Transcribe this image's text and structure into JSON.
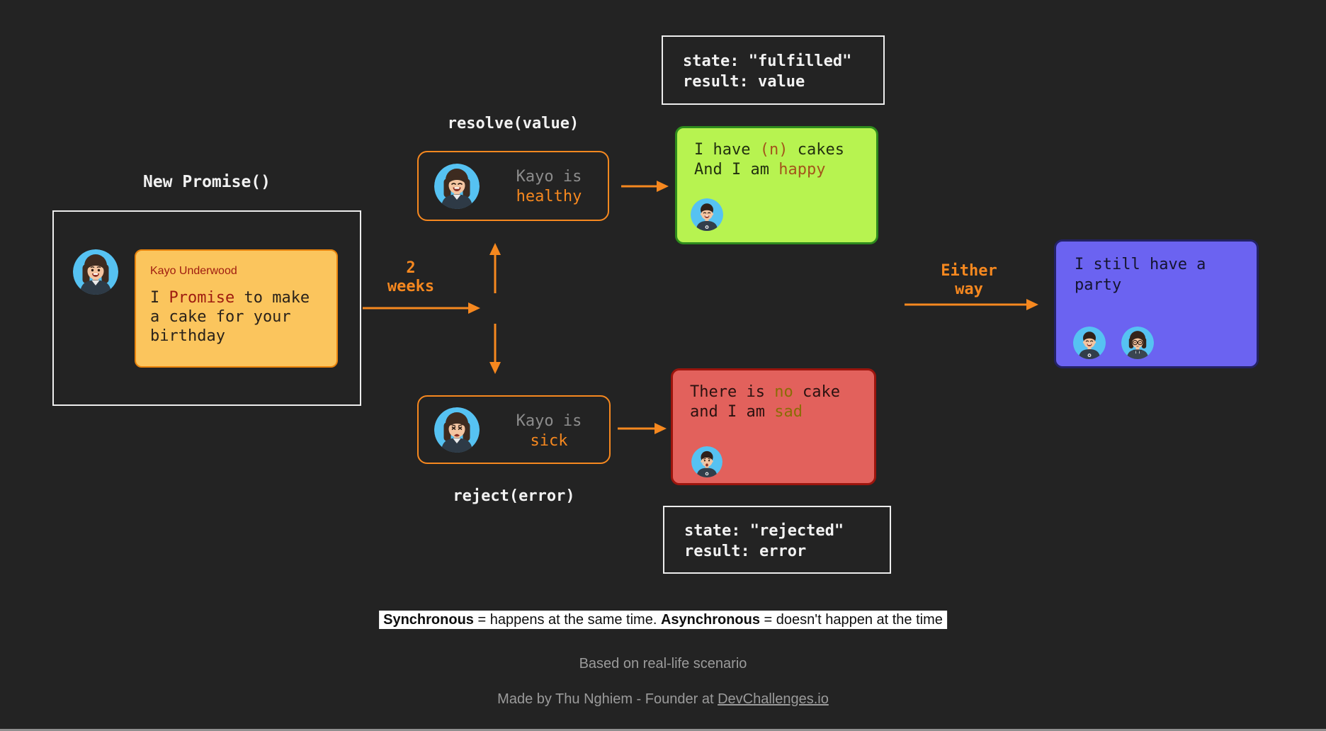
{
  "colors": {
    "background": "#232323",
    "accent_orange": "#F6881F",
    "muted_gray": "#8C8C8C",
    "fulfilled_green_bg": "#B7F350",
    "fulfilled_green_border": "#2E8B1D",
    "rejected_red_bg": "#E2615C",
    "rejected_red_border": "#9C150D",
    "party_blue_bg": "#6B63F1",
    "party_blue_border": "#232266",
    "promise_card_bg": "#FBC55D",
    "promise_card_border": "#E8830C",
    "keyword_red": "#9E1B10",
    "highlight_brown": "#A3551B",
    "highlight_gold": "#8A6D05"
  },
  "labels": {
    "new_promise": "New Promise()",
    "resolve": "resolve(value)",
    "reject": "reject(error)",
    "two_weeks": {
      "line1": "2",
      "line2": "weeks"
    },
    "either_way": {
      "line1": "Either",
      "line2": "way"
    }
  },
  "state_fulfilled": {
    "line1": "state: \"fulfilled\"",
    "line2": "result: value"
  },
  "state_rejected": {
    "line1": "state: \"rejected\"",
    "line2": "result: error"
  },
  "promise_card": {
    "author": "Kayo Underwood",
    "message_pre": "I ",
    "message_keyword": "Promise",
    "message_post": " to make a cake for your birthday"
  },
  "healthy_box": {
    "line1": "Kayo is",
    "line2": "healthy"
  },
  "sick_box": {
    "line1": "Kayo is",
    "line2": "sick"
  },
  "fulfilled_box": {
    "line1_pre": "I have ",
    "line1_highlight": "(n)",
    "line1_post": " cakes",
    "line2_pre": "And I am ",
    "line2_highlight": "happy"
  },
  "rejected_box": {
    "line1_pre": "There is ",
    "line1_highlight": "no",
    "line1_post": " cake",
    "line2_pre": "and I am ",
    "line2_highlight": "sad"
  },
  "party_box": {
    "message": "I still have a party"
  },
  "avatars": {
    "promise": "kayo-woman-smiling",
    "healthy": "kayo-woman-laughing",
    "sick": "kayo-woman-sick",
    "fulfilled": "man-happy",
    "rejected": "man-sad-tear",
    "party": [
      "man-happy",
      "woman-glasses"
    ]
  },
  "footer": {
    "definition": {
      "term1": "Synchronous",
      "text1": " = happens at the same time. ",
      "term2": "Asynchronous",
      "text2": " = doesn't happen at the time"
    },
    "note": "Based on real-life scenario",
    "credit_pre": "Made by Thu Nghiem - Founder at ",
    "credit_link": "DevChallenges.io"
  }
}
